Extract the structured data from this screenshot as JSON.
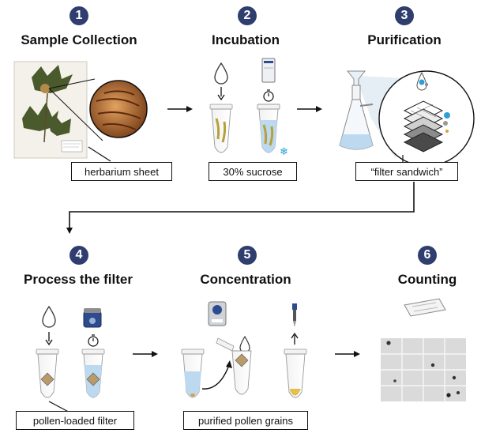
{
  "steps": [
    {
      "number": "1",
      "title": "Sample Collection",
      "label": "herbarium sheet"
    },
    {
      "number": "2",
      "title": "Incubation",
      "label": "30% sucrose"
    },
    {
      "number": "3",
      "title": "Purification",
      "label": "“filter sandwich”"
    },
    {
      "number": "4",
      "title": "Process the filter",
      "label": "pollen-loaded filter"
    },
    {
      "number": "5",
      "title": "Concentration",
      "label": "purified pollen grains"
    },
    {
      "number": "6",
      "title": "Counting",
      "label": ""
    }
  ],
  "colors": {
    "badge": "#2f3e6e",
    "liquid": "#bcd9f0",
    "leaf": "#4a5a2c",
    "pollen": "#b8733a",
    "sandwich_blue": "#2b9fd6"
  }
}
